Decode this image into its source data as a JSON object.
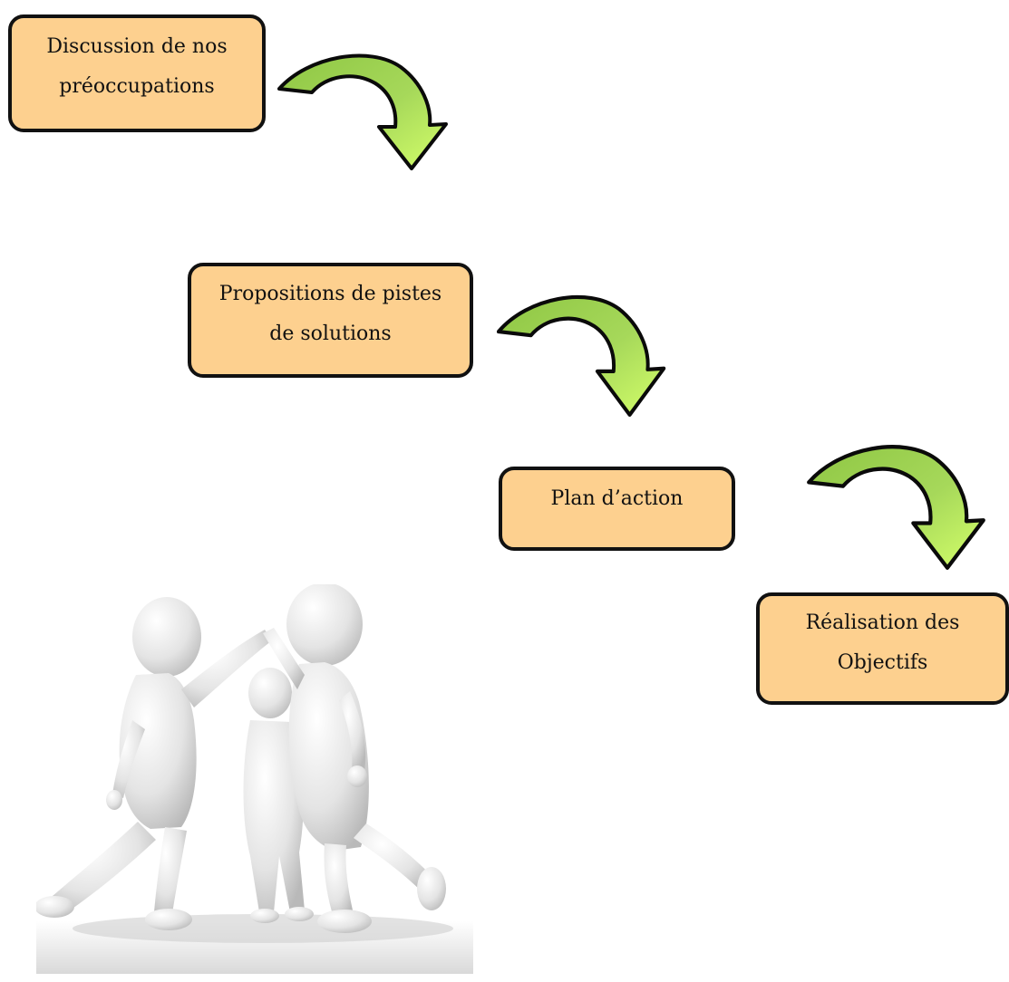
{
  "steps": [
    {
      "lines": [
        "Discussion de nos",
        "préoccupations"
      ]
    },
    {
      "lines": [
        "Propositions de pistes",
        "de solutions"
      ]
    },
    {
      "lines": [
        "Plan d’action"
      ]
    },
    {
      "lines": [
        "Réalisation des",
        "Objectifs"
      ]
    }
  ],
  "colors": {
    "box_fill": "#fdd08f",
    "box_border": "#111111",
    "arrow_dark": "#92d050",
    "arrow_light": "#ccff66",
    "figure": "#e6e6e6"
  },
  "icons": [
    "curved-arrow-icon",
    "team-figures-illustration"
  ]
}
